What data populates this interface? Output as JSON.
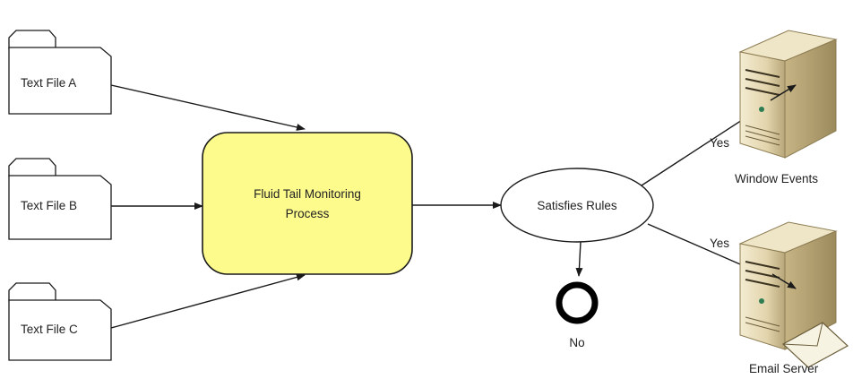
{
  "files": [
    {
      "label": "Text File A"
    },
    {
      "label": "Text File B"
    },
    {
      "label": "Text File C"
    }
  ],
  "process": {
    "line1": "Fluid Tail Monitoring",
    "line2": "Process"
  },
  "decision": {
    "label": "Satisfies Rules"
  },
  "edges": {
    "yes_top": "Yes",
    "yes_bottom": "Yes",
    "no": "No"
  },
  "servers": {
    "window_events": "Window Events",
    "email_server": "Email Server"
  },
  "colors": {
    "process_fill": "#fdfb8c",
    "stroke": "#1a1a1a"
  }
}
